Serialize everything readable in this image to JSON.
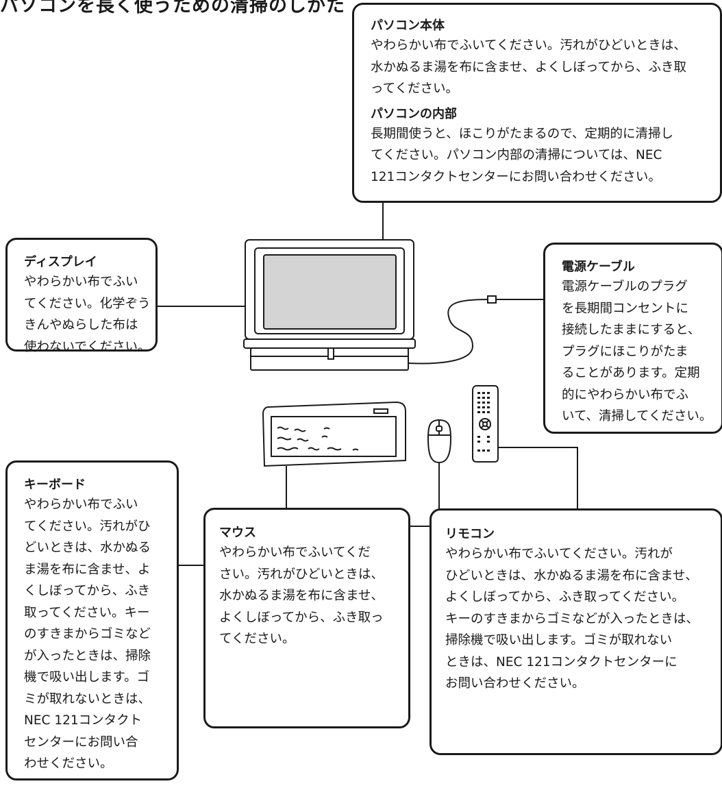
{
  "page": {
    "title": "パソコンを長く使うための清掃のしかた"
  },
  "callouts": {
    "pc": {
      "title": "パソコン本体",
      "lines": [
        "やわらかい布でふいてください。汚れがひどいときは、",
        "水かぬるま湯を布に含ませ、よくしぼってから、ふき取",
        "ってください。"
      ],
      "sub_title": "パソコンの内部",
      "sub_lines": [
        "長期間使うと、ほこりがたまるので、定期的に清掃し",
        "てください。パソコン内部の清掃については、NEC",
        "121コンタクトセンターにお問い合わせください。"
      ]
    },
    "display": {
      "title": "ディスプレイ",
      "lines": [
        "やわらかい布でふい",
        "てください。化学ぞう",
        "きんやぬらした布は",
        "使わないでください。"
      ]
    },
    "power_cable": {
      "title": "電源ケーブル",
      "lines": [
        "電源ケーブルのプラグ",
        "を長期間コンセントに",
        "接続したままにすると、",
        "プラグにほこりがたま",
        "ることがあります。定期",
        "的にやわらかい布でふ",
        "いて、清掃してください。"
      ]
    },
    "keyboard": {
      "title": "キーボード",
      "lines": [
        "やわらかい布でふい",
        "てください。汚れがひ",
        "どいときは、水かぬる",
        "ま湯を布に含ませ、よ",
        "くしぼってから、ふき",
        "取ってください。キー",
        "のすきまからゴミなど",
        "が入ったときは、掃除",
        "機で吸い出します。ゴ",
        "ミが取れないときは、",
        "NEC 121コンタクト",
        "センターにお問い合",
        "わせください。"
      ]
    },
    "mouse": {
      "title": "マウス",
      "lines": [
        "やわらかい布でふいてくだ",
        "さい。汚れがひどいときは、",
        "水かぬるま湯を布に含ませ、",
        "よくしぼってから、ふき取っ",
        "てください。"
      ]
    },
    "remote": {
      "title": "リモコン",
      "lines": [
        "やわらかい布でふいてください。汚れが",
        "ひどいときは、水かぬるま湯を布に含ませ、",
        "よくしぼってから、ふき取ってください。",
        "キーのすきまからゴミなどが入ったときは、",
        "掃除機で吸い出します。ゴミが取れない",
        "ときは、NEC 121コンタクトセンターに",
        "お問い合わせください。"
      ]
    }
  },
  "colors": {
    "line": "#1a1a1a",
    "screen": "#d4d4d4",
    "background": "#ffffff"
  }
}
